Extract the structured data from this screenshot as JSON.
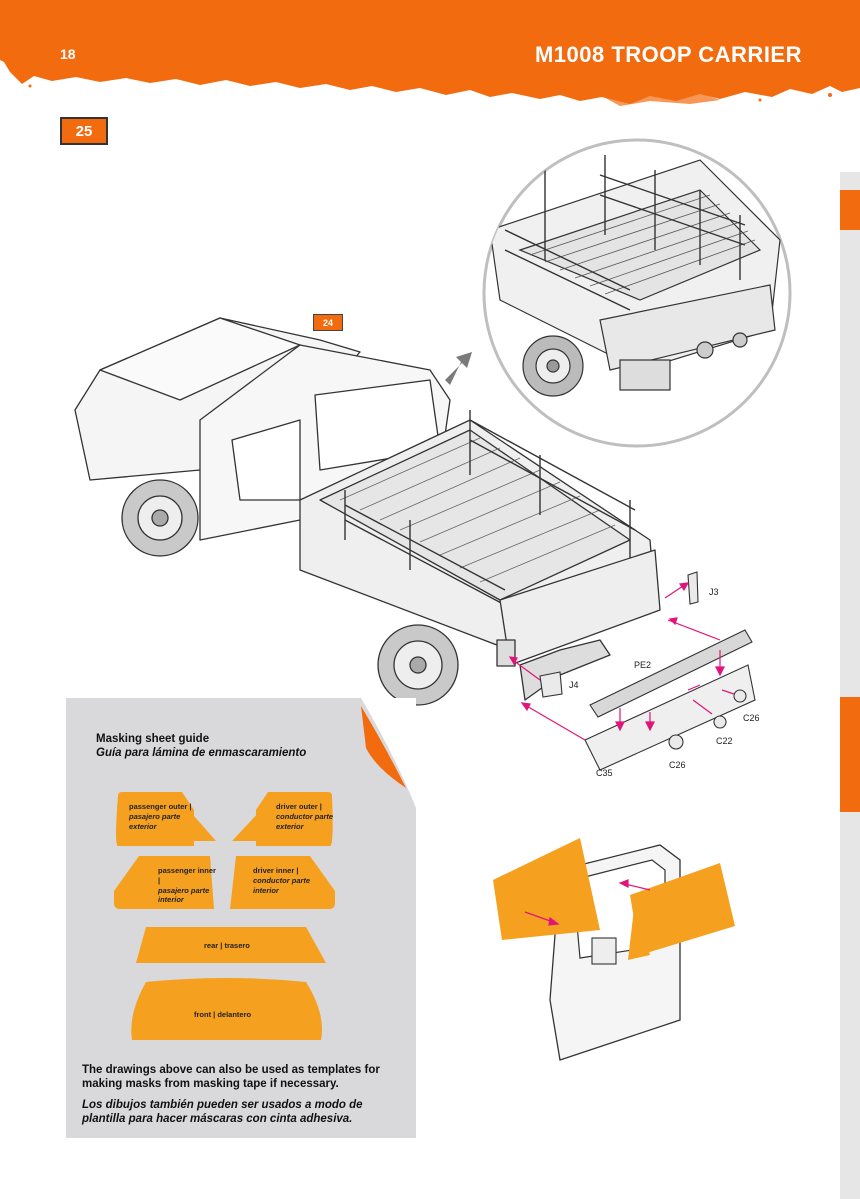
{
  "header": {
    "page_number": "18",
    "title": "M1008 TROOP CARRIER"
  },
  "step": {
    "number": "25",
    "reference_step": "24"
  },
  "parts": {
    "j3": "J3",
    "j4": "J4",
    "pe2": "PE2",
    "c22": "C22",
    "c26_right": "C26",
    "c26_bottom": "C26",
    "c35": "C35"
  },
  "masking": {
    "title": "Masking sheet guide",
    "title_es": "Guía para lámina de enmascaramiento",
    "labels": {
      "passenger_outer": "passenger outer |",
      "passenger_outer_es": "pasajero parte exterior",
      "driver_outer": "driver outer |",
      "driver_outer_es": "conductor parte exterior",
      "passenger_inner": "passenger inner |",
      "passenger_inner_es": "pasajero parte interior",
      "driver_inner": "driver inner |",
      "driver_inner_es": "conductor parte interior",
      "rear": "rear | trasero",
      "front": "front | delantero"
    },
    "note": "The drawings above can also be used as templates for making masks from masking tape if necessary.",
    "note_es": "Los dibujos también pueden ser usados a modo de plantilla para hacer máscaras con cinta adhesiva."
  },
  "colors": {
    "brand_orange": "#f26b0f",
    "mask_orange": "#f5a01f",
    "arrow_magenta": "#e0157a",
    "panel_gray": "#d9d9dc"
  }
}
